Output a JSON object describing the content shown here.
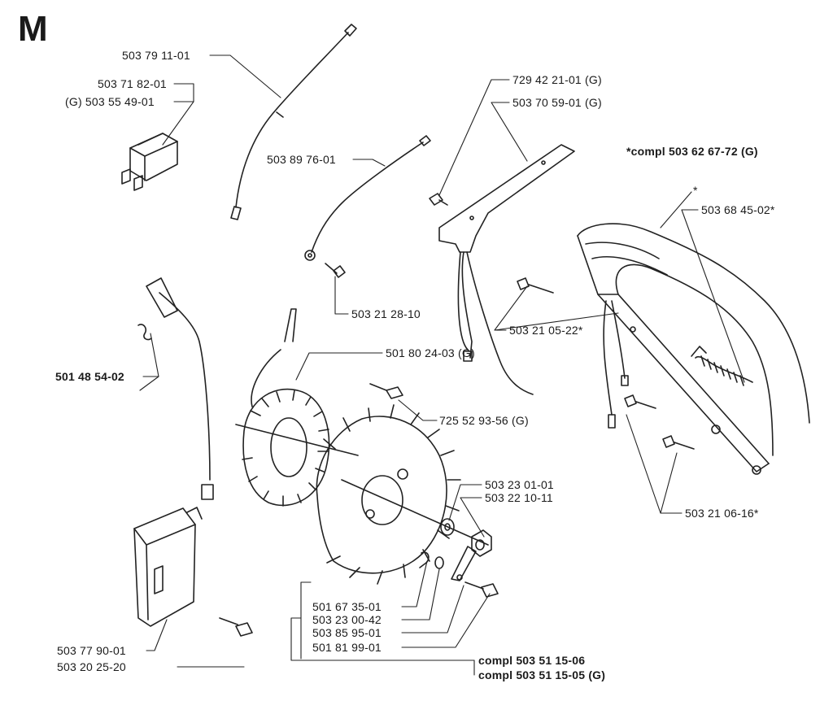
{
  "section_letter": "M",
  "parts": {
    "lead_top": "503 79 11-01",
    "switch_a": "503 71 82-01",
    "switch_b": "(G) 503 55 49-01",
    "lead_mid": "503 89 76-01",
    "screw_lead": "503 21 28-10",
    "plate_a": "729 42 21-01 (G)",
    "plate_b": "503 70 59-01 (G)",
    "handle_compl": "*compl 503 62 67-72 (G)",
    "star": "*",
    "spring": "503 68 45-02*",
    "bolt_handle": "503 21 05-22*",
    "spark_spring": "501 48 54-02",
    "stator": "501 80 24-03 (G)",
    "stator_screw": "725 52 93-56 (G)",
    "washer": "503 23 01-01",
    "nut": "503 22 10-11",
    "handle_screws": "503 21 06-16*",
    "key": "501 67 35-01",
    "washer2": "503 23 00-42",
    "pawl": "503 85 95-01",
    "pawl_screw": "501 81 99-01",
    "ignition": "503 77 90-01",
    "ignition_screw": "503 20 25-20",
    "flywheel_compl_a": "compl 503 51 15-06",
    "flywheel_compl_b": "compl 503 51 15-05 (G)"
  }
}
